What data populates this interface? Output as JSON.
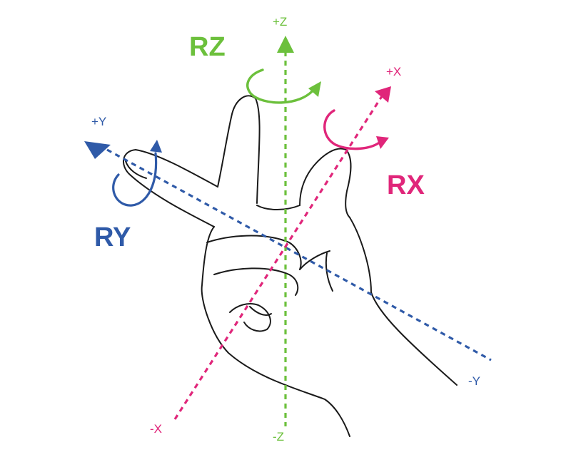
{
  "colors": {
    "x": "#e0267a",
    "y": "#2f5aa8",
    "z": "#6cc03c",
    "hand": "#1a1a1a"
  },
  "axes": {
    "x_pos": "+X",
    "x_neg": "-X",
    "y_pos": "+Y",
    "y_neg": "-Y",
    "z_pos": "+Z",
    "z_neg": "-Z"
  },
  "rotations": {
    "rx": "RX",
    "ry": "RY",
    "rz": "RZ"
  }
}
